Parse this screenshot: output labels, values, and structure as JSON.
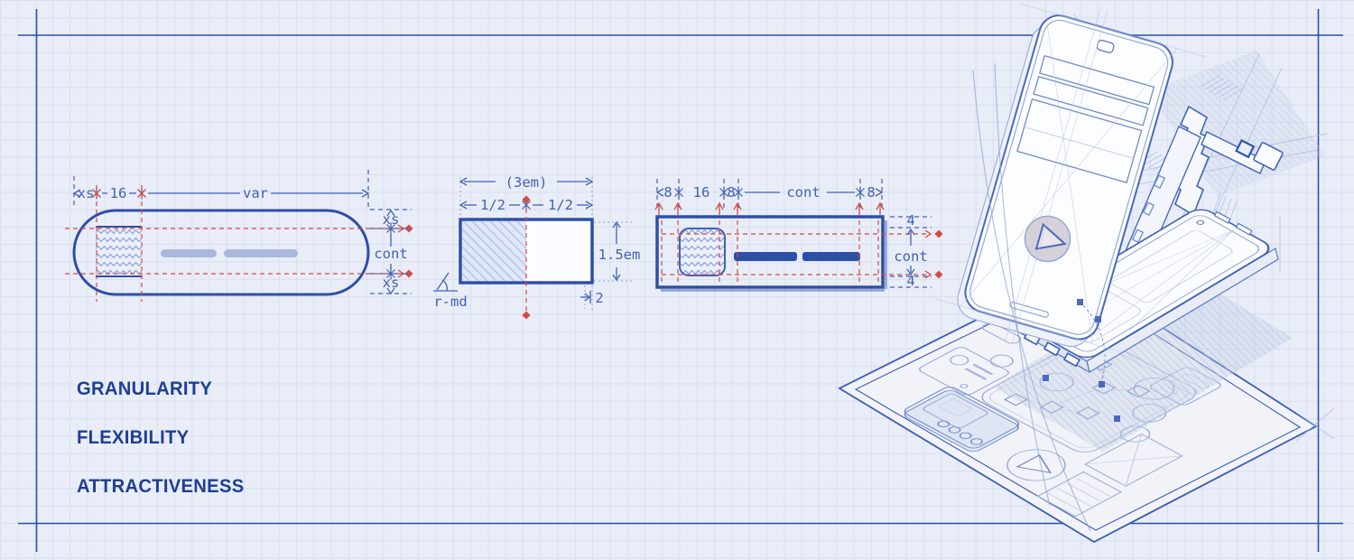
{
  "palette": {
    "background": "#e9edf8",
    "grid_line": "#d9dff1",
    "ink": "#2d4fa5",
    "dim": "#4361b4",
    "red": "#cf4c46",
    "heading": "#1d3f94",
    "placeholder": "#a9b8dd",
    "paper": "#f2f3f8"
  },
  "principles": [
    "GRANULARITY",
    "FLEXIBILITY",
    "ATTRACTIVENESS"
  ],
  "pill": {
    "top": {
      "padding_label": "xs",
      "icon_size_label": "16",
      "width_label": "var"
    },
    "side": {
      "top_padding_label": "xs",
      "content_label": "cont",
      "bottom_padding_label": "xs"
    }
  },
  "ratio": {
    "total_width_label": "(3em)",
    "left_half_label": "1/2",
    "right_half_label": "1/2",
    "height_label": "1.5em",
    "corner_radius_label": "r-md",
    "offset_label": "2"
  },
  "bar": {
    "top_labels": [
      "8",
      "16",
      "8",
      "cont",
      "8"
    ],
    "side": {
      "top_padding_label": "4",
      "content_label": "cont",
      "bottom_padding_label": "4"
    }
  }
}
